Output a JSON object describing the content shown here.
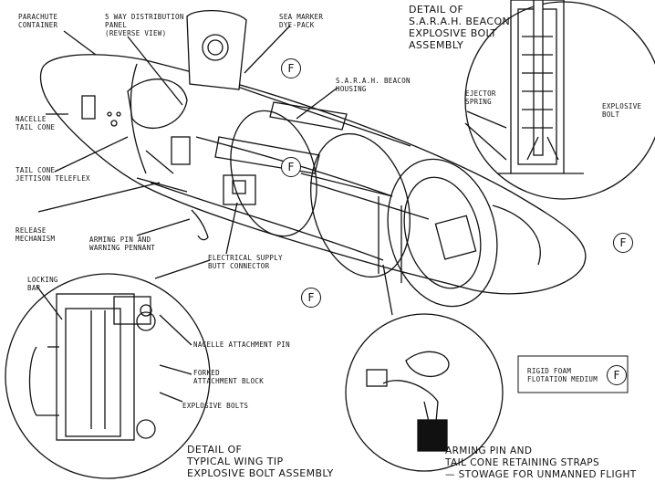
{
  "labels": {
    "parachute_container": "PARACHUTE\nCONTAINER",
    "distribution_panel": "5 WAY DISTRIBUTION\nPANEL\n(REVERSE VIEW)",
    "sea_marker": "SEA MARKER\nDYE-PACK",
    "sarah_housing": "S.A.R.A.H. BEACON\nHOUSING",
    "nacelle_tail_cone": "NACELLE\nTAIL CONE",
    "tail_cone_jettison": "TAIL CONE\nJETTISON TELEFLEX",
    "release_mechanism": "RELEASE\nMECHANISM",
    "arming_pin_pennant": "ARMING PIN AND\nWARNING PENNANT",
    "electrical_connector": "ELECTRICAL SUPPLY\nBUTT CONNECTOR",
    "ejector_spring": "EJECTOR\nSPRING",
    "explosive_bolt": "EXPLOSIVE\nBOLT",
    "locking_bar": "LOCKING\nBAR",
    "nacelle_attachment_pin": "NACELLE ATTACHMENT PIN",
    "forked_attachment_block": "FORKED\nATTACHMENT BLOCK",
    "explosive_bolts": "EXPLOSIVE BOLTS",
    "rigid_foam": "RIGID FOAM\nFLOTATION MEDIUM"
  },
  "titles": {
    "sarah_detail": "DETAIL OF\nS.A.R.A.H. BEACON\nEXPLOSIVE BOLT\nASSEMBLY",
    "wing_tip_detail": "DETAIL OF\nTYPICAL WING TIP\nEXPLOSIVE BOLT ASSEMBLY",
    "arming_pin_detail": "ARMING PIN AND\nTAIL CONE RETAINING STRAPS\n— STOWAGE FOR UNMANNED FLIGHT"
  },
  "foam_marker": "F"
}
